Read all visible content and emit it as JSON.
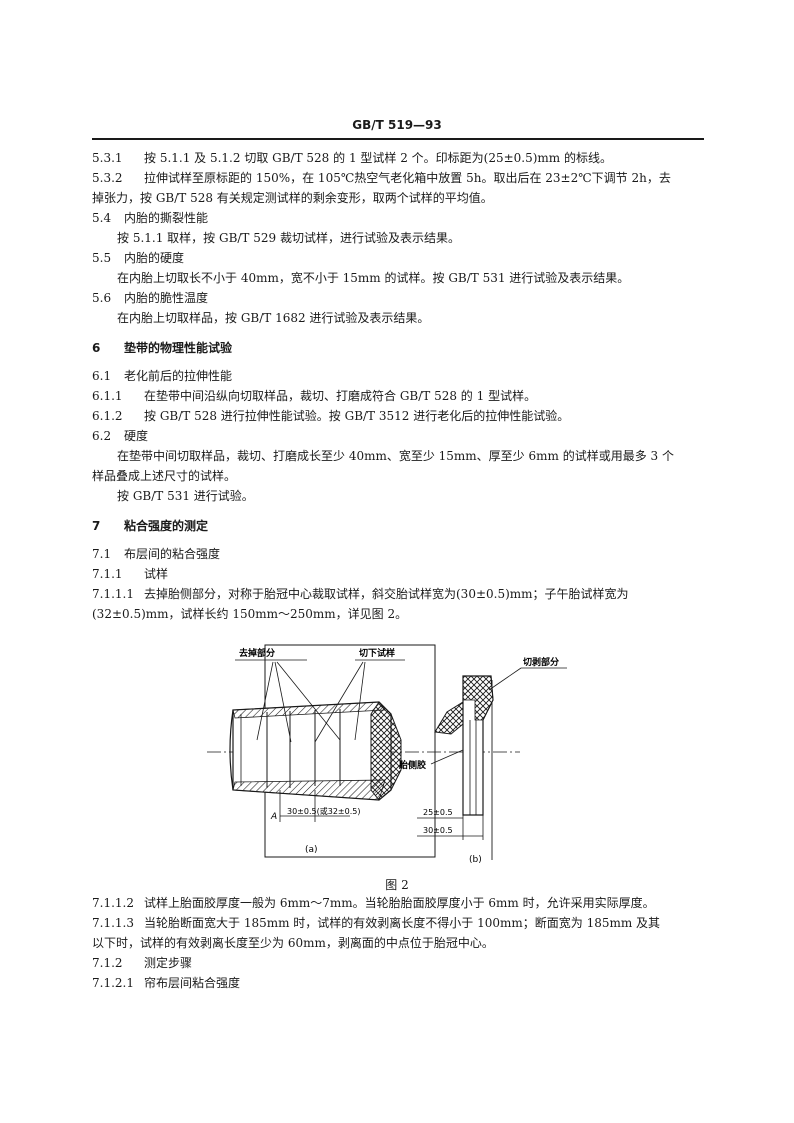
{
  "header": "GB/T 519—93",
  "lines": [
    {
      "num": "5.3.1",
      "text": "按 5.1.1 及 5.1.2 切取 GB/T 528 的 1 型试样 2 个。印标距为(25±0.5)mm 的标线。"
    },
    {
      "num": "5.3.2",
      "text": "拉伸试样至原标距的 150%，在 105℃热空气老化箱中放置 5h。取出后在 23±2℃下调节 2h，去"
    },
    {
      "num": "",
      "text": "掉张力，按 GB/T 528 有关规定测试样的剩余变形，取两个试样的平均值。"
    },
    {
      "num": "5.4",
      "text": "内胎的撕裂性能"
    },
    {
      "num": "",
      "text": "按 5.1.1 取样，按 GB/T 529 裁切试样，进行试验及表示结果。"
    },
    {
      "num": "5.5",
      "text": "内胎的硬度"
    },
    {
      "num": "",
      "text": "在内胎上切取长不小于 40mm，宽不小于 15mm 的试样。按 GB/T 531 进行试验及表示结果。"
    },
    {
      "num": "5.6",
      "text": "内胎的脆性温度"
    },
    {
      "num": "",
      "text": "在内胎上切取样品，按 GB/T 1682 进行试验及表示结果。"
    },
    {
      "num": "6",
      "text": "垫带的物理性能试验"
    },
    {
      "num": "6.1",
      "text": "老化前后的拉伸性能"
    },
    {
      "num": "6.1.1",
      "text": "在垫带中间沿纵向切取样品，裁切、打磨成符合 GB/T 528 的 1 型试样。"
    },
    {
      "num": "6.1.2",
      "text": "按 GB/T 528 进行拉伸性能试验。按 GB/T 3512 进行老化后的拉伸性能试验。"
    },
    {
      "num": "6.2",
      "text": "硬度"
    },
    {
      "num": "",
      "text": "在垫带中间切取样品，裁切、打磨成长至少 40mm、宽至少 15mm、厚至少 6mm 的试样或用最多 3 个"
    },
    {
      "num": "",
      "text": "样品叠成上述尺寸的试样。"
    },
    {
      "num": "",
      "text": "按 GB/T 531 进行试验。"
    },
    {
      "num": "7",
      "text": "粘合强度的测定"
    },
    {
      "num": "7.1",
      "text": "布层间的粘合强度"
    },
    {
      "num": "7.1.1",
      "text": "试样"
    },
    {
      "num": "7.1.1.1",
      "text": "去掉胎侧部分，对称于胎冠中心裁取试样，斜交胎试样宽为(30±0.5)mm；子午胎试样宽为"
    },
    {
      "num": "",
      "text": "(32±0.5)mm，试样长约 150mm～250mm，详见图 2。"
    },
    {
      "num": "7.1.1.2",
      "text": "试样上胎面胶厚度一般为 6mm～7mm。当轮胎胎面胶厚度小于 6mm 时，允许采用实际厚度。"
    },
    {
      "num": "7.1.1.3",
      "text": "当轮胎断面宽大于 185mm 时，试样的有效剥离长度不得小于 100mm；断面宽为 185mm 及其"
    },
    {
      "num": "",
      "text": "以下时，试样的有效剥离长度至少为 60mm，剥离面的中点位于胎冠中心。"
    },
    {
      "num": "7.1.2",
      "text": "测定步骤"
    },
    {
      "num": "7.1.2.1",
      "text": "帘布层间粘合强度"
    }
  ],
  "figure": {
    "caption": "图 2",
    "labels": {
      "removed_part": "去掉部分",
      "cut_sample": "切下试样",
      "peeled_part": "切剥部分",
      "sidewall_rubber": "胎侧胶",
      "point_a": "A",
      "width_a": "30±0.5(或32±0.5)",
      "dim_25": "25±0.5",
      "dim_30": "30±0.5",
      "sub_a": "(a)",
      "sub_b": "(b)"
    }
  }
}
